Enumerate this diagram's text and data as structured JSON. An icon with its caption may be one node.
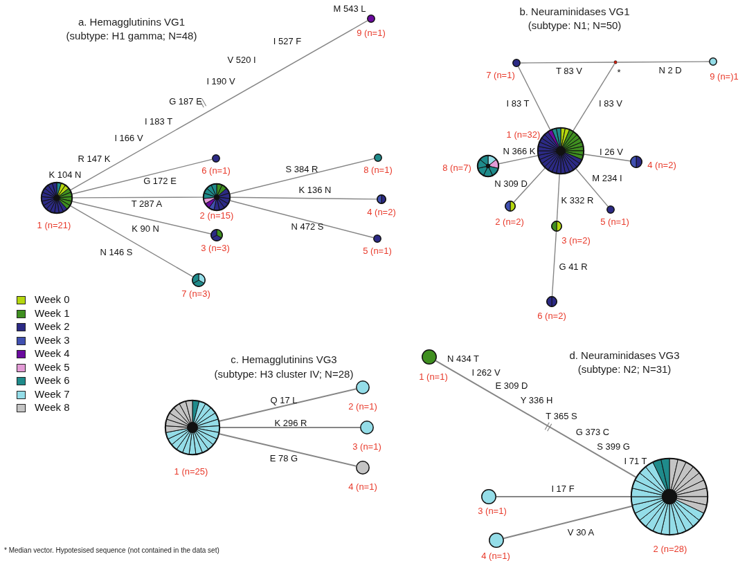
{
  "diagram": {
    "nodes": [
      {
        "text": [],
        "shape": "circle",
        "beside": [
          "1 (n=21)"
        ]
      },
      {
        "text": [],
        "shape": "circle",
        "beside": [
          "2 (n=15)"
        ]
      },
      {
        "text": [],
        "shape": "circle",
        "beside": [
          "3 (n=3)"
        ]
      },
      {
        "text": [],
        "shape": "circle",
        "beside": [
          "4 (n=2)"
        ]
      },
      {
        "text": [],
        "shape": "circle",
        "beside": [
          "5 (n=1)"
        ]
      },
      {
        "text": [],
        "shape": "circle",
        "beside": [
          "6 (n=1)"
        ]
      },
      {
        "text": [],
        "shape": "circle",
        "beside": [
          "7 (n=3)"
        ]
      },
      {
        "text": [],
        "shape": "circle",
        "beside": [
          "8 (n=1)"
        ]
      },
      {
        "text": [],
        "shape": "circle",
        "beside": [
          "9 (n=1)"
        ]
      },
      {
        "text": [],
        "shape": "circle",
        "beside": [
          "1 (n=32)"
        ]
      },
      {
        "text": [],
        "shape": "circle",
        "beside": [
          "*"
        ]
      },
      {
        "text": [],
        "shape": "circle",
        "beside": [
          "2 (n=2)"
        ]
      },
      {
        "text": [],
        "shape": "circle",
        "beside": [
          "3 (n=2)"
        ]
      },
      {
        "text": [],
        "shape": "circle",
        "beside": [
          "4 (n=2)"
        ]
      },
      {
        "text": [],
        "shape": "circle",
        "beside": [
          "5 (n=1)"
        ]
      },
      {
        "text": [],
        "shape": "circle",
        "beside": [
          "6 (n=2)"
        ]
      },
      {
        "text": [],
        "shape": "circle",
        "beside": [
          "7 (n=1)"
        ]
      },
      {
        "text": [],
        "shape": "circle",
        "beside": [
          "8 (n=7)"
        ]
      },
      {
        "text": [],
        "shape": "circle",
        "beside": [
          "9 (n=)1"
        ]
      },
      {
        "text": [],
        "shape": "circle",
        "beside": [
          "1 (n=25)"
        ]
      },
      {
        "text": [],
        "shape": "circle",
        "beside": [
          "2 (n=1)"
        ]
      },
      {
        "text": [],
        "shape": "circle",
        "beside": [
          "3 (n=1)"
        ]
      },
      {
        "text": [],
        "shape": "circle",
        "beside": [
          "4 (n=1)"
        ]
      },
      {
        "text": [],
        "shape": "circle",
        "beside": [
          "1 (n=1)"
        ]
      },
      {
        "text": [],
        "shape": "circle",
        "beside": [
          "2 (n=28)"
        ]
      },
      {
        "text": [],
        "shape": "circle",
        "beside": [
          "3 (n=1)"
        ]
      },
      {
        "text": [],
        "shape": "circle",
        "beside": [
          "4 (n=1)"
        ]
      }
    ],
    "edges": [
      {
        "from": 0,
        "to": 5,
        "arrow": "none",
        "label": "G 172 E"
      },
      {
        "from": 0,
        "to": 1,
        "arrow": "none",
        "label": "T 287 A"
      },
      {
        "from": 0,
        "to": 2,
        "arrow": "none",
        "label": "K 90 N"
      },
      {
        "from": 0,
        "to": 6,
        "arrow": "none",
        "label": "N 146 S"
      },
      {
        "from": 0,
        "to": 8,
        "arrow": "none"
      },
      {
        "from": 1,
        "to": 7,
        "arrow": "none",
        "label": "S 384 R"
      },
      {
        "from": 1,
        "to": 3,
        "arrow": "none",
        "label": "K 136 N"
      },
      {
        "from": 1,
        "to": 4,
        "arrow": "none",
        "label": "N 472 S"
      },
      {
        "from": 9,
        "to": 16,
        "arrow": "none",
        "label": "I 83 T"
      },
      {
        "from": 9,
        "to": 10,
        "arrow": "none",
        "label": "I 83 V"
      },
      {
        "from": 16,
        "to": 10,
        "arrow": "none",
        "label": "T 83 V"
      },
      {
        "from": 10,
        "to": 18,
        "arrow": "none",
        "label": "N 2 D"
      },
      {
        "from": 9,
        "to": 17,
        "arrow": "none",
        "label": "N 366 K"
      },
      {
        "from": 9,
        "to": 13,
        "arrow": "none",
        "label": "I 26 V"
      },
      {
        "from": 9,
        "to": 11,
        "arrow": "none",
        "label": "N 309 D"
      },
      {
        "from": 9,
        "to": 12,
        "arrow": "none",
        "label": "K 332 R"
      },
      {
        "from": 9,
        "to": 14,
        "arrow": "none",
        "label": "M 234 I"
      },
      {
        "from": 12,
        "to": 15,
        "arrow": "none",
        "label": "G 41 R"
      },
      {
        "from": 19,
        "to": 20,
        "arrow": "none",
        "label": "Q 17 L"
      },
      {
        "from": 19,
        "to": 21,
        "arrow": "none",
        "label": "K 296 R"
      },
      {
        "from": 19,
        "to": 22,
        "arrow": "none",
        "label": "E 78 G"
      },
      {
        "from": 23,
        "to": 24,
        "arrow": "none"
      },
      {
        "from": 25,
        "to": 24,
        "arrow": "none",
        "label": "I 17 F"
      },
      {
        "from": 26,
        "to": 24,
        "arrow": "none",
        "label": "V 30 A"
      }
    ],
    "labels": [
      "a. Hemagglutinins VG1",
      "(subtype: H1 gamma; N=48)",
      "M 543 L",
      "I 527 F",
      "V 520 I",
      "I 190 V",
      "G 187 E",
      "I 183 T",
      "I 166 V",
      "R 147 K",
      "K 104 N",
      "b. Neuraminidases VG1",
      "(subtype: N1; N=50)",
      "c. Hemagglutinins VG3",
      "(subtype: H3 cluster IV; N=28)",
      "d. Neuraminidases VG3",
      "(subtype: N2; N=31)",
      "N 434 T",
      "I 262 V",
      "E 309 D",
      "Y 336 H",
      "T 365 S",
      "G 373 C",
      "S 399 G",
      "I 71 T",
      "* Median vector. Hypotesised sequence (not contained in the data set)"
    ],
    "legend": [
      {
        "text": "Week 0",
        "color": "#b5d70f"
      },
      {
        "text": "Week 1",
        "color": "#3f8f20"
      },
      {
        "text": "Week 2",
        "color": "#2c2a85"
      },
      {
        "text": "Week 3",
        "color": "#4050b0"
      },
      {
        "text": "Week 4",
        "color": "#6a0a9e"
      },
      {
        "text": "Week 5",
        "color": "#e39bd6"
      },
      {
        "text": "Week 6",
        "color": "#1f8b8b"
      },
      {
        "text": "Week 7",
        "color": "#94dde8"
      },
      {
        "text": "Week 8",
        "color": "#c4c4c4"
      }
    ]
  }
}
